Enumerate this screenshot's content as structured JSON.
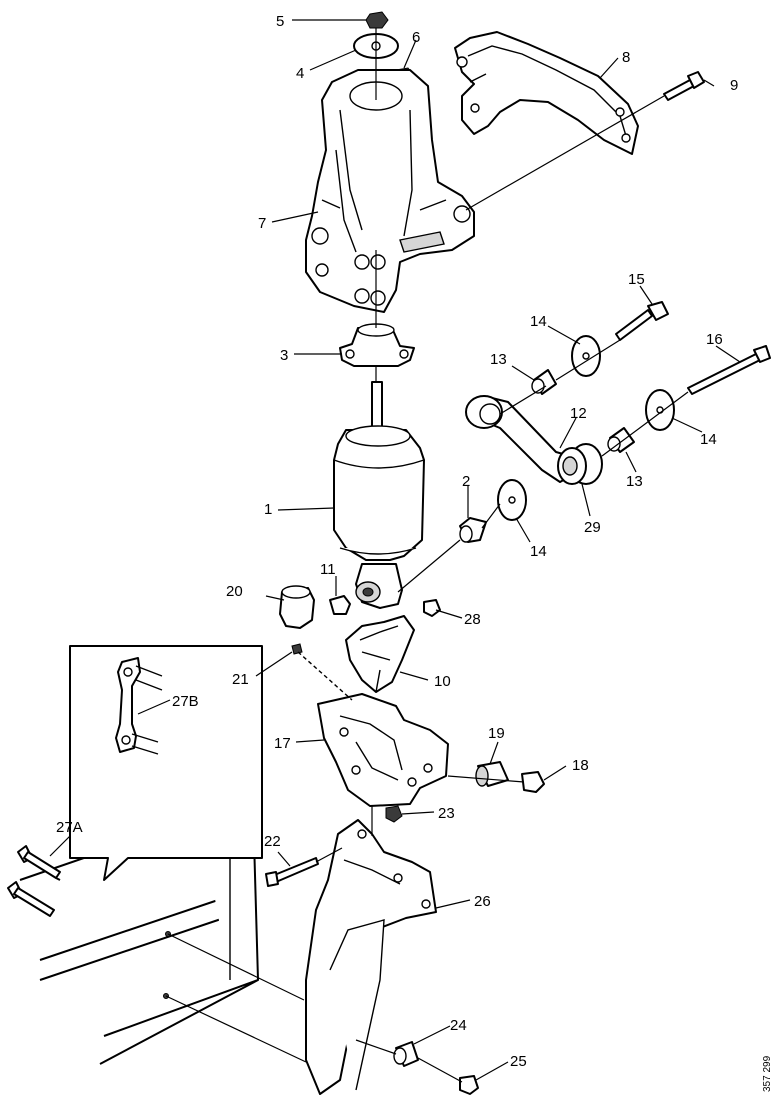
{
  "labels": {
    "p1": "1",
    "p2": "2",
    "p3": "3",
    "p4": "4",
    "p5": "5",
    "p6": "6",
    "p7": "7",
    "p8": "8",
    "p9": "9",
    "p10": "10",
    "p11": "11",
    "p12": "12",
    "p13a": "13",
    "p13b": "13",
    "p14a": "14",
    "p14b": "14",
    "p14c": "14",
    "p15": "15",
    "p16": "16",
    "p17": "17",
    "p18": "18",
    "p19": "19",
    "p20": "20",
    "p21": "21",
    "p22": "22",
    "p23": "23",
    "p24": "24",
    "p25": "25",
    "p26": "26",
    "p27A": "27A",
    "p27B": "27B",
    "p28": "28",
    "p29": "29"
  },
  "reference_code": "357 299"
}
